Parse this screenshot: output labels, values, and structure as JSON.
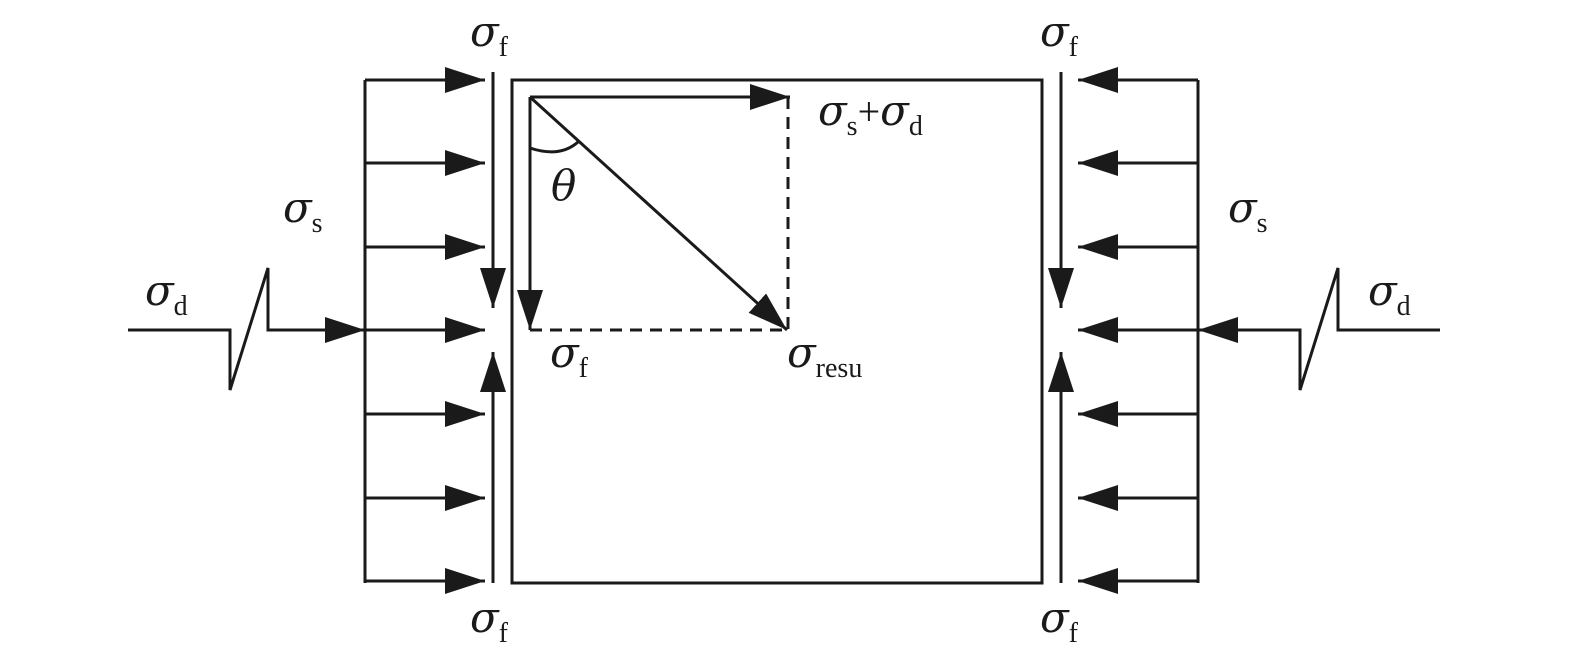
{
  "colors": {
    "ink": "#1a1a1a",
    "background": "#ffffff"
  },
  "labels": {
    "sigma": "σ",
    "theta": "θ",
    "plus": "+",
    "sub_f": "f",
    "sub_s": "s",
    "sub_d": "d",
    "sub_resu": "resu"
  }
}
